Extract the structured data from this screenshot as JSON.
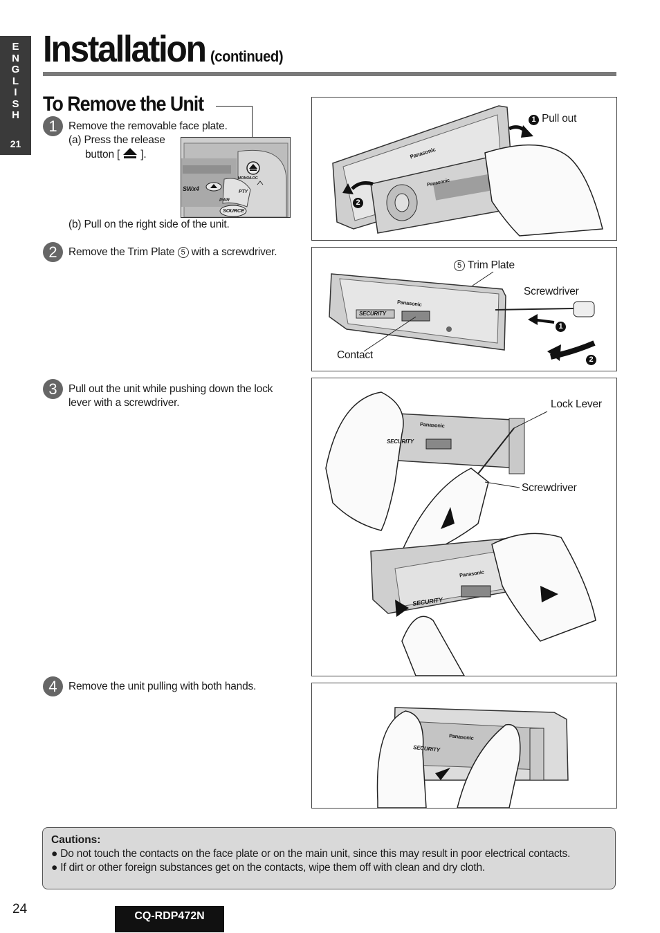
{
  "side_tab": {
    "letters": [
      "E",
      "N",
      "G",
      "L",
      "I",
      "S",
      "H"
    ],
    "number": "21"
  },
  "header": {
    "title": "Installation",
    "subtitle": "(continued)"
  },
  "section": {
    "title": "To Remove the Unit"
  },
  "steps": [
    {
      "num": "1",
      "text": "Remove the removable face plate.",
      "sub_a_1": "(a) Press the release",
      "sub_a_2": "button [",
      "sub_a_3": "].",
      "sub_b": "(b) Pull on the right side of the unit."
    },
    {
      "num": "2",
      "text_before": "Remove the Trim Plate",
      "circled": "5",
      "text_after": "with a screwdriver."
    },
    {
      "num": "3",
      "line1": "Pull out the unit while pushing down the lock",
      "line2": "lever with a screwdriver."
    },
    {
      "num": "4",
      "text": "Remove the unit pulling with both hands."
    }
  ],
  "panel_labels": {
    "sw": "SWx4",
    "mono": "MONO/LOC",
    "pty": "PTY",
    "pwr": "PWR",
    "source": "SOURCE"
  },
  "figures": {
    "fig1": {
      "pull_out": "Pull out",
      "n1": "1",
      "n2": "2",
      "brand": "Panasonic"
    },
    "fig2": {
      "trim_plate_num": "5",
      "trim_plate": "Trim Plate",
      "screwdriver": "Screwdriver",
      "contact": "Contact",
      "n1": "1",
      "n2": "2",
      "brand": "Panasonic",
      "security": "SECURITY"
    },
    "fig3": {
      "lock_lever": "Lock Lever",
      "screwdriver": "Screwdriver",
      "brand": "Panasonic",
      "security": "SECURITY"
    },
    "fig4": {
      "brand": "Panasonic",
      "security": "SECURITY"
    }
  },
  "cautions": {
    "title": "Cautions:",
    "items": [
      "Do not touch the contacts on the face plate or on the main unit, since this may result in poor electrical contacts.",
      "If dirt or other foreign substances get on the contacts, wipe them off with clean and dry cloth."
    ]
  },
  "footer": {
    "page": "24",
    "model": "CQ-RDP472N"
  }
}
